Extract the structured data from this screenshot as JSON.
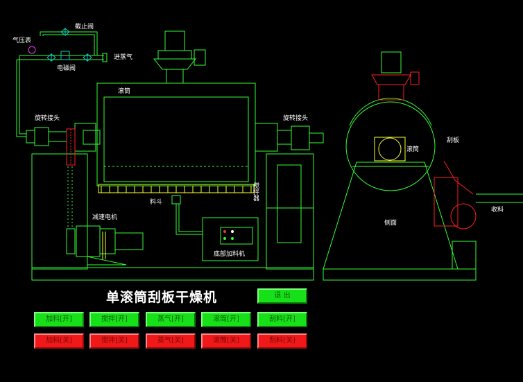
{
  "title": "单滚筒刮板干燥机",
  "labels": {
    "stop_valve": "截止阀",
    "pressure_gauge": "气压表",
    "steam_inlet": "进蒸气",
    "solenoid_valve": "电磁阀",
    "drum": "滚筒",
    "rotary_joint_left": "旋转接头",
    "rotary_joint_right": "旋转接头",
    "stirrer": "搅拌器",
    "hopper": "料斗",
    "reducer_motor": "减速电机",
    "bottom_feeder": "底部加料机",
    "side_drum": "滚筒",
    "scraper": "刮板",
    "collect": "收料",
    "side_view": "侧面"
  },
  "buttons": {
    "exit": "退 出",
    "on_row": [
      "加料[开]",
      "搅拌[开]",
      "蒸气[开]",
      "滚筒[开]",
      "刮料[开]"
    ],
    "off_row": [
      "加料[关]",
      "搅拌[关]",
      "蒸气[关]",
      "滚筒[关]",
      "刮料[关]"
    ]
  },
  "colors": {
    "line": "#33ff33",
    "pipe_valve": "#00cccc",
    "red_part": "#ff2020",
    "button_on": "#18e018",
    "button_off": "#f01818"
  }
}
